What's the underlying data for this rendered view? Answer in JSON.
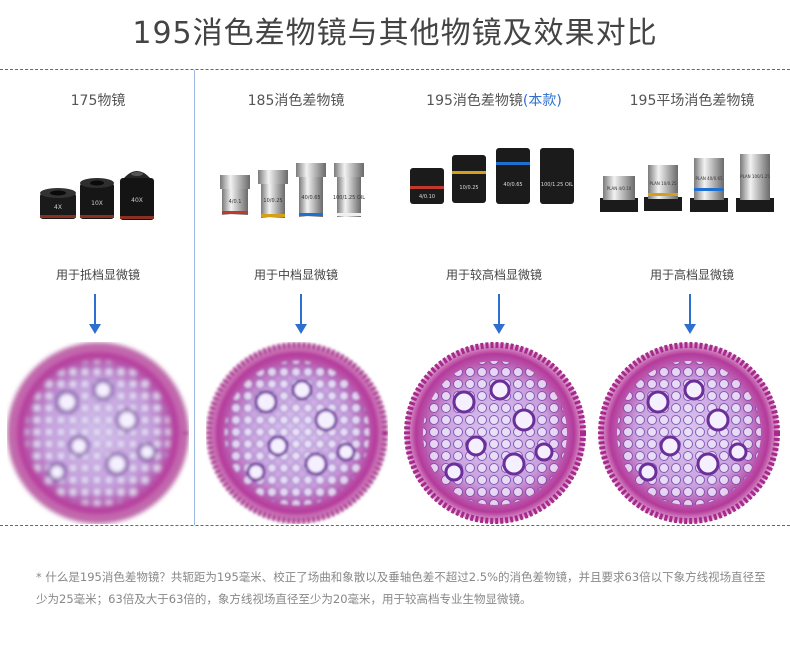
{
  "page": {
    "title": "195消色差物镜与其他物镜及效果对比"
  },
  "columns": [
    {
      "title": "175物镜",
      "title_note": "",
      "usage": "用于抵档显微镜",
      "objectives": [
        "4X",
        "10X",
        "40X"
      ]
    },
    {
      "title": "185消色差物镜",
      "title_note": "",
      "usage": "用于中档显微镜",
      "objectives": [
        "4/0.1",
        "10/0.25",
        "40/0.65",
        "100/1.25 OIL"
      ]
    },
    {
      "title": "195消色差物镜",
      "title_note": "(本款)",
      "usage": "用于较高档显微镜",
      "objectives": [
        "4/0.10",
        "10/0.25",
        "40/0.65",
        "100/1.25 OIL"
      ]
    },
    {
      "title": "195平场消色差物镜",
      "title_note": "",
      "usage": "用于高档显微镜",
      "objectives": [
        "PLAN 4/0.10",
        "PLAN 10/0.25",
        "PLAN 40/0.65",
        "PLAN 100/1.25"
      ]
    }
  ],
  "footnote": "* 什么是195消色差物镜？共轭距为195毫米、校正了场曲和象散以及垂轴色差不超过2.5%的消色差物镜，并且要求63倍以下象方线视场直径至少为25毫米；63倍及大于63倍的，象方线视场直径至少为20毫米，用于较高档专业生物显微镜。",
  "colors": {
    "title": "#444444",
    "accent": "#2f6fd0",
    "stain_purple": "#b43a9a"
  }
}
